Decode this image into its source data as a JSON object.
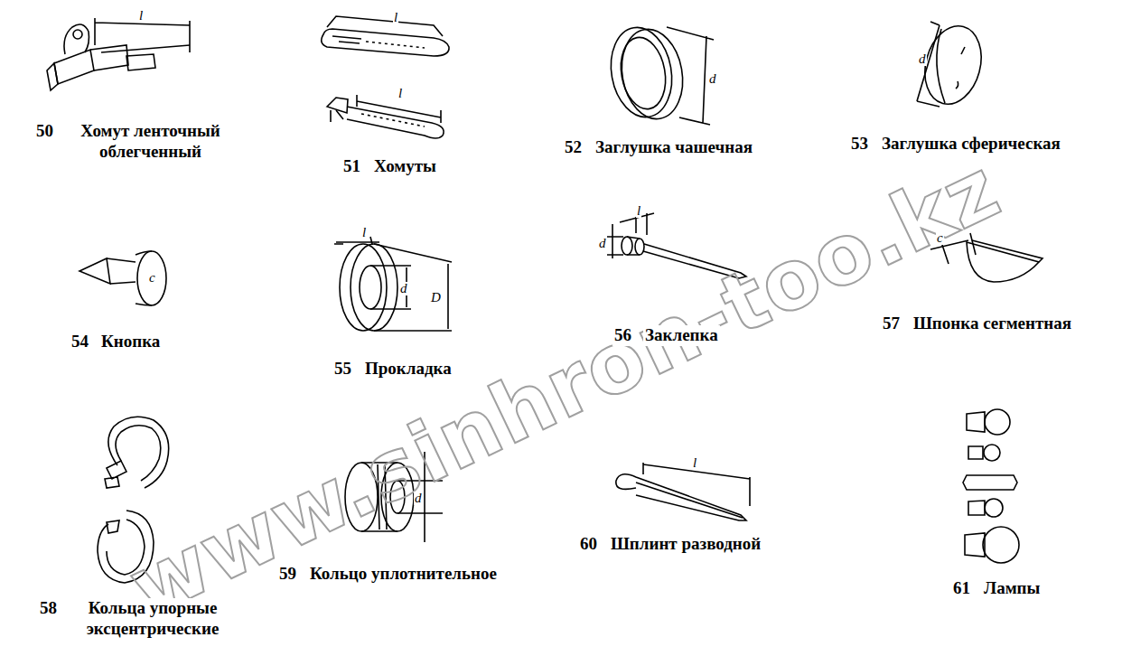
{
  "diagram": {
    "labels": [
      "50",
      "Хомут ленточный облегченный",
      "l",
      "l",
      "l",
      "51",
      "Хомуты",
      "d",
      "52",
      "Заглушка чашечная",
      "d",
      "53",
      "Заглушка сферическая",
      "c",
      "54",
      "Кнопка",
      "l",
      "d",
      "D",
      "55",
      "Прокладка",
      "l",
      "d",
      "56",
      "Заклепка",
      "c",
      "57",
      "Шпонка сегментная",
      "58",
      "Кольца упорные эксцентрические",
      "d",
      "59",
      "Кольцо уплотнительное",
      "l",
      "60",
      "Шплинт разводной",
      "61",
      "Лампы",
      "www.sinhron-too.kz"
    ]
  }
}
